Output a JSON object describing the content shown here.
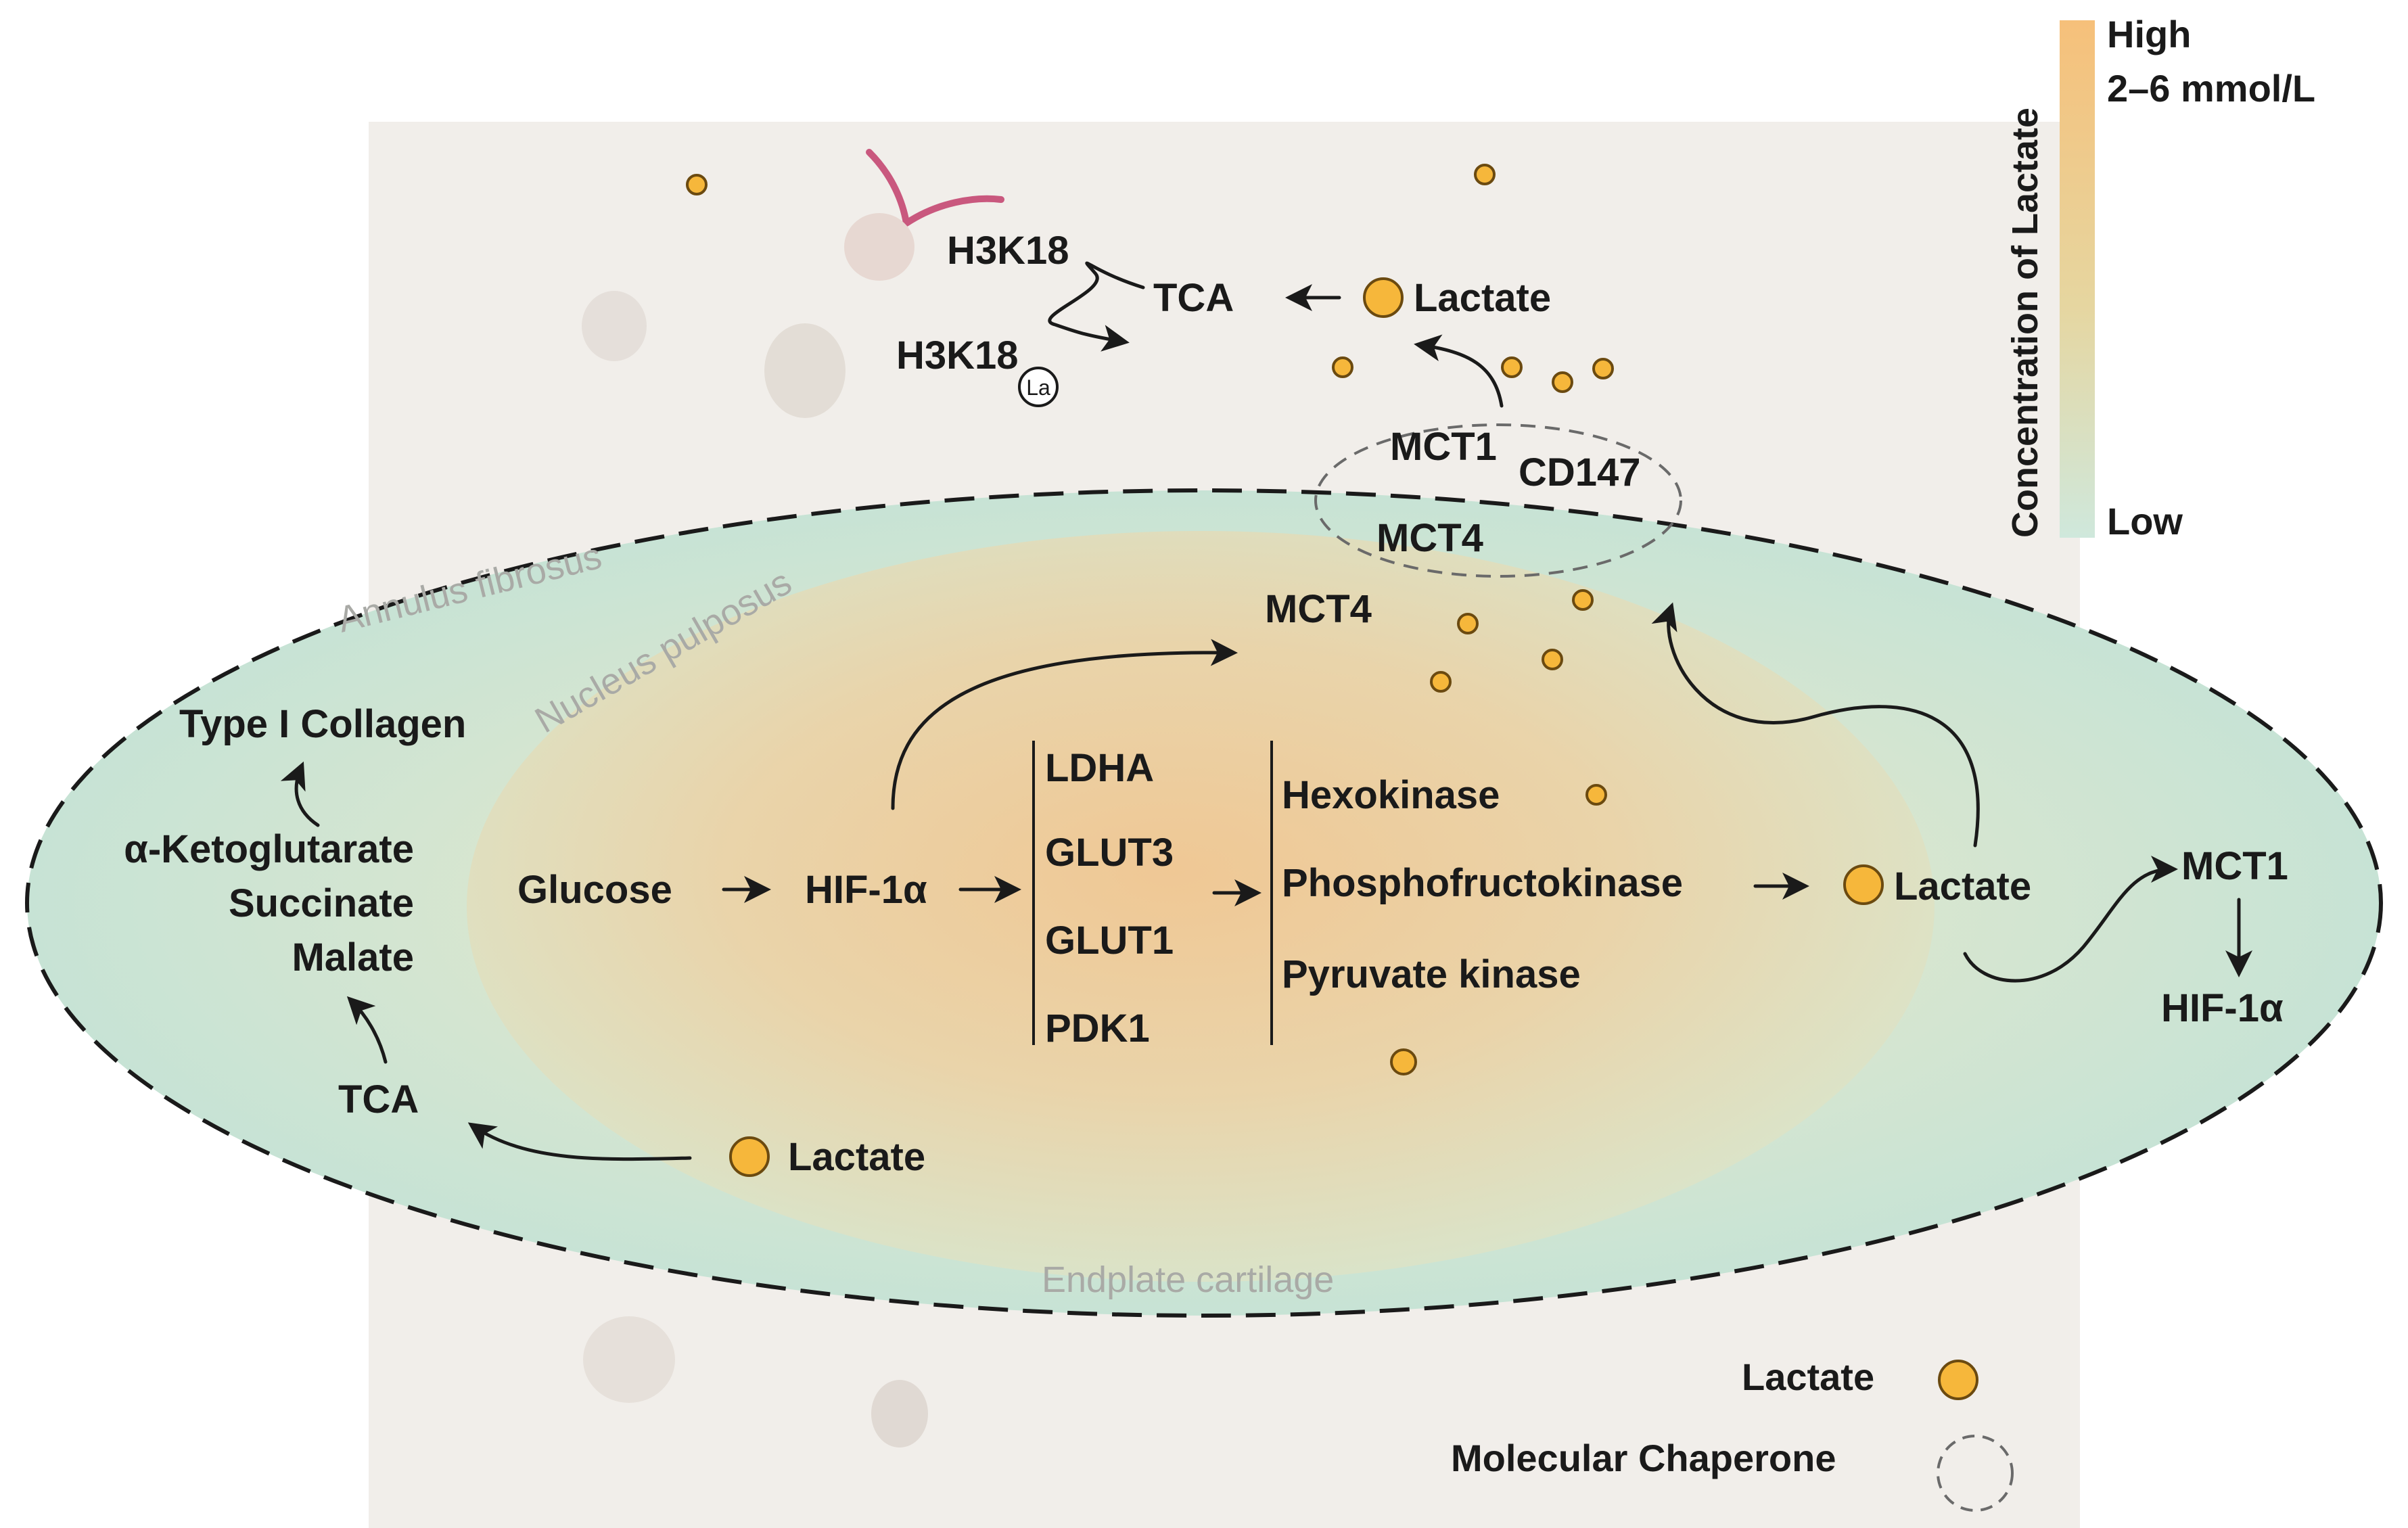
{
  "regions": {
    "annulus": "Annulus fibrosus",
    "nucleus": "Nucleus pulposus",
    "endplate": "Endplate cartilage"
  },
  "top": {
    "h3k18": "H3K18",
    "h3k18_la": "H3K18",
    "la": "La",
    "tca": "TCA",
    "lactate": "Lactate",
    "mct1": "MCT1",
    "cd147": "CD147",
    "mct4": "MCT4"
  },
  "center": {
    "mct4": "MCT4",
    "glucose": "Glucose",
    "hif1a": "HIF-1α",
    "genes": [
      "LDHA",
      "GLUT3",
      "GLUT1",
      "PDK1"
    ],
    "enzymes": [
      "Hexokinase",
      "Phosphofructokinase",
      "Pyruvate kinase"
    ],
    "lactate": "Lactate"
  },
  "left": {
    "collagen": "Type I Collagen",
    "metabolites": [
      "α-Ketoglutarate",
      "Succinate",
      "Malate"
    ],
    "tca": "TCA",
    "lactate": "Lactate"
  },
  "right": {
    "mct1": "MCT1",
    "hif1a": "HIF-1α"
  },
  "colorbar": {
    "title": "Concentration of Lactate",
    "high": "High",
    "range": "2–6 mmol/L",
    "low": "Low",
    "high_color": "#f6c07a",
    "low_color": "#cfe8dc"
  },
  "legend": {
    "lactate": "Lactate",
    "chaperone": "Molecular Chaperone"
  },
  "colors": {
    "lactate_dot": "#f6b73b",
    "tissue_green": "#cfe6d6",
    "core_orange": "#f2c58e"
  }
}
